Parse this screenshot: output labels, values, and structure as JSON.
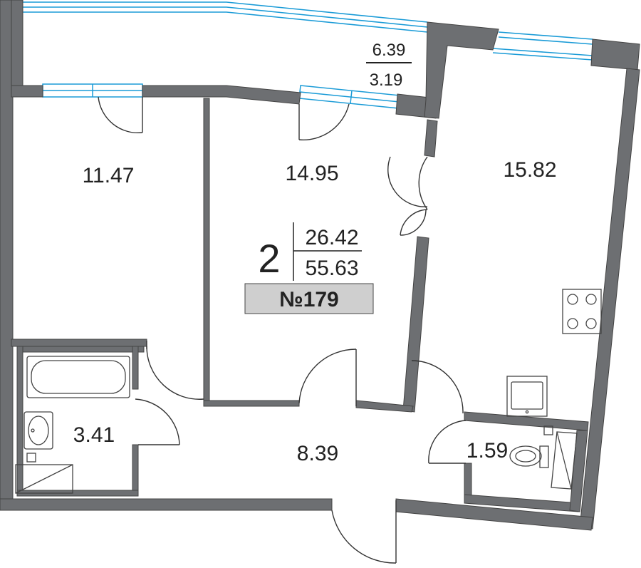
{
  "apartment": {
    "rooms_count": "2",
    "living_area": "26.42",
    "total_area": "55.63",
    "number_label": "№179"
  },
  "rooms": {
    "bedroom": "11.47",
    "living_room": "14.95",
    "kitchen": "15.82",
    "bathroom": "3.41",
    "hallway": "8.39",
    "toilet": "1.59"
  },
  "balcony": {
    "area_full": "6.39",
    "area_reduced": "3.19"
  },
  "colors": {
    "wall": "#6d6f72",
    "wall_outline": "#444444",
    "window": "#1a9bd7",
    "door_line": "#333333",
    "info_fill": "#cfcfcf"
  }
}
